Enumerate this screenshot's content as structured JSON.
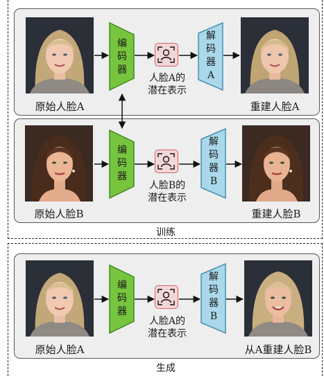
{
  "training": {
    "label": "训练",
    "row_a": {
      "input_caption": "原始人脸A",
      "encoder": "编\n码\n器",
      "latent": "人脸A的\n潜在表示",
      "decoder": "解\n码\n器\nA",
      "output_caption": "重建人脸A"
    },
    "row_b": {
      "input_caption": "原始人脸B",
      "encoder": "编\n码\n器",
      "latent": "人脸B的\n潜在表示",
      "decoder": "解\n码\n器\nB",
      "output_caption": "重建人脸B"
    }
  },
  "generation": {
    "label": "生成",
    "input_caption": "原始人脸A",
    "encoder": "编\n码\n器",
    "latent": "人脸A的\n潜在表示",
    "decoder": "解\n码\n器\nB",
    "output_caption": "从A重建人脸B"
  },
  "colors": {
    "encoder_fill": "#77c43f",
    "encoder_stroke": "#3c8a1e",
    "decoder_fill": "#a9d8ea",
    "decoder_stroke": "#4a8fb0",
    "latent_fill": "#f5d6d6",
    "latent_stroke": "#d46262",
    "panel_fill": "#eeeeee"
  }
}
